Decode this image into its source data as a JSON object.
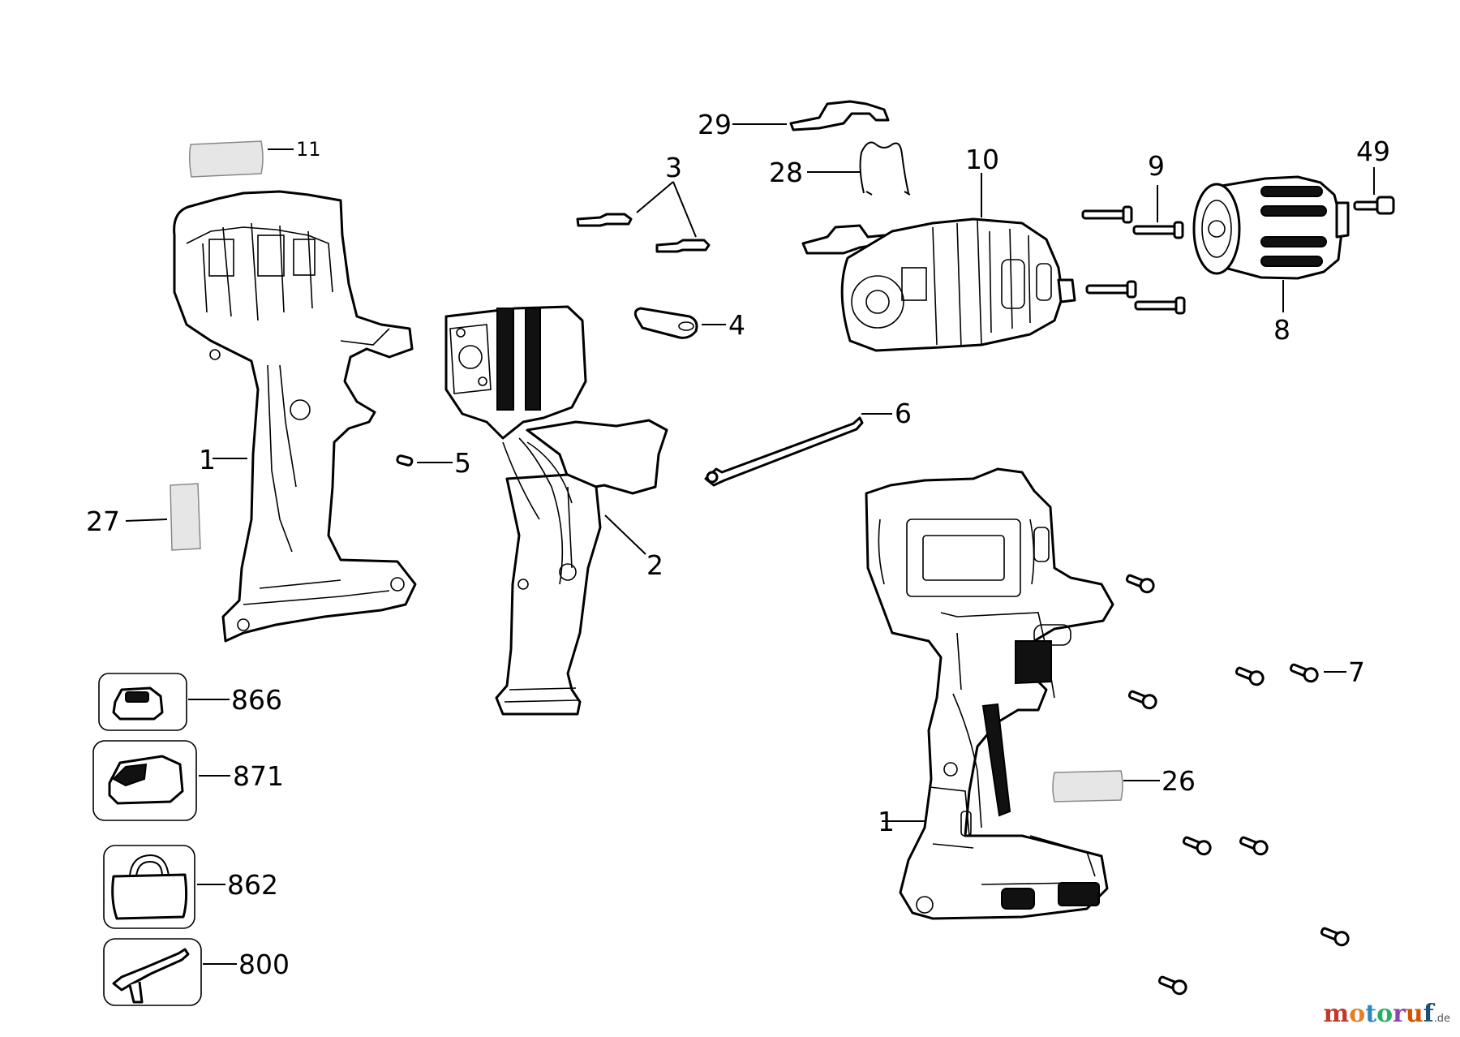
{
  "callouts": {
    "c11": "11",
    "c3": "3",
    "c29": "29",
    "c28": "28",
    "c10": "10",
    "c9": "9",
    "c49": "49",
    "c4": "4",
    "c8": "8",
    "c6": "6",
    "c1_left": "1",
    "c5": "5",
    "c27": "27",
    "c2": "2",
    "c866": "866",
    "c871": "871",
    "c862": "862",
    "c800": "800",
    "c7": "7",
    "c26": "26",
    "c1_right": "1"
  },
  "watermark": {
    "letters": [
      "m",
      "o",
      "t",
      "o",
      "r",
      "u",
      "f"
    ],
    "suffix": ".de",
    "colors": [
      "#c0392b",
      "#e67e22",
      "#2e86c1",
      "#27ae60",
      "#8e44ad",
      "#d35400",
      "#1a5276"
    ]
  }
}
